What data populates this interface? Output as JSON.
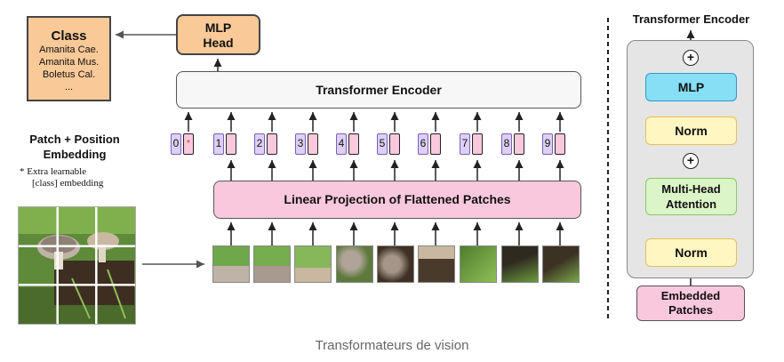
{
  "class_box": {
    "title": "Class",
    "items": [
      "Amanita Cae.",
      "Amanita Mus.",
      "Boletus Cal.",
      "..."
    ]
  },
  "mlp_head": {
    "line1": "MLP",
    "line2": "Head"
  },
  "transformer_encoder": {
    "label": "Transformer Encoder"
  },
  "patch_embedding": {
    "label_line1": "Patch + Position",
    "label_line2": "Embedding",
    "note_line1": "* Extra learnable",
    "note_line2": "[class] embedding",
    "tokens": [
      "0",
      "1",
      "2",
      "3",
      "4",
      "5",
      "6",
      "7",
      "8",
      "9"
    ],
    "class_marker": "*"
  },
  "linear_projection": {
    "label": "Linear Projection of Flattened Patches"
  },
  "encoder_detail": {
    "title": "Transformer Encoder",
    "mlp": "MLP",
    "norm_top": "Norm",
    "mha_line1": "Multi-Head",
    "mha_line2": "Attention",
    "norm_bottom": "Norm",
    "embedded_line1": "Embedded",
    "embedded_line2": "Patches",
    "plus_symbol": "+"
  },
  "caption": "Transformateurs de vision",
  "colors": {
    "orange": "#f9c998",
    "pink": "#f9c8dc",
    "purple": "#ddd0f2",
    "blue": "#86dff5",
    "yellow": "#fff6c2",
    "green": "#dcf5c8"
  }
}
